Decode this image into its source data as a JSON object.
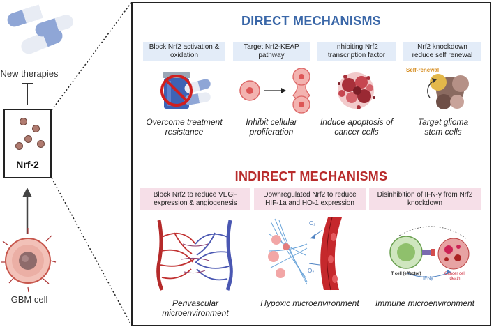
{
  "left": {
    "therapies_label": "New therapies",
    "nrf_label": "Nrf-2",
    "gbm_label": "GBM cell"
  },
  "direct": {
    "heading": "DIRECT MECHANISMS",
    "items": [
      {
        "box": "Block Nrf2 activation & oxidation",
        "caption": "Overcome treatment resistance"
      },
      {
        "box": "Target Nrf2-KEAP pathway",
        "caption": "Inhibit cellular proliferation"
      },
      {
        "box": "Inhibiting Nrf2 transcription factor",
        "caption": "Induce apoptosis of cancer cells"
      },
      {
        "box": "Nrf2 knockdown reduce self renewal",
        "caption": "Target glioma stem cells",
        "annotation": "Self-renewal"
      }
    ]
  },
  "indirect": {
    "heading": "INDIRECT MECHANISMS",
    "items": [
      {
        "box": "Block Nrf2 to reduce VEGF expression & angiogenesis",
        "caption": "Perivascular microenvironment"
      },
      {
        "box": "Downregulated Nrf2 to reduce HIF-1a and HO-1 expression",
        "caption": "Hypoxic microenvironment",
        "o2_top": "O₂",
        "o2_bottom": "O₂"
      },
      {
        "box": "Disinhibition of IFN-γ from Nrf2 knockdown",
        "caption": "Immune microenvironment",
        "tcell": "T cell (effector)",
        "ifn": "IFNγ",
        "death": "Cancer cell death"
      }
    ]
  },
  "colors": {
    "direct": "#3a67a8",
    "indirect": "#b82c2c",
    "direct_box": "#e3ecf8",
    "indirect_box": "#f6dfe8"
  }
}
